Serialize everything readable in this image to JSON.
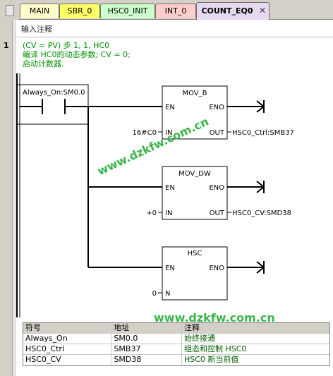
{
  "tabs": [
    {
      "label": "MAIN",
      "color": "#ffffcc"
    },
    {
      "label": "SBR_0",
      "color": "#ffff66"
    },
    {
      "label": "HSC0_INIT",
      "color": "#ccffcc"
    },
    {
      "label": "INT_0",
      "color": "#ffcccc"
    },
    {
      "label": "COUNT_EQ0",
      "color": "#e6d9f2"
    }
  ],
  "program_comment": "输入注释",
  "network": {
    "number": "1",
    "comment_lines": [
      "(CV = PV) 步 1, 1, HC0",
      "编译 HC0的动态参数; CV = 0;",
      "启动计数器."
    ]
  },
  "contact": {
    "label": "Always_On:SM0.0"
  },
  "boxes": [
    {
      "title": "MOV_B",
      "en": "EN",
      "eno": "ENO",
      "in_label": "IN",
      "out_label": "OUT",
      "in_value": "16#C0",
      "out_value": "HSC0_Ctrl:SMB37"
    },
    {
      "title": "MOV_DW",
      "en": "EN",
      "eno": "ENO",
      "in_label": "IN",
      "out_label": "OUT",
      "in_value": "+0",
      "out_value": "HSC0_CV:SMD38"
    },
    {
      "title": "HSC",
      "en": "EN",
      "eno": "ENO",
      "in_label": "N",
      "in_value": "0"
    }
  ],
  "symbol_table": {
    "headers": [
      "符号",
      "地址",
      "注释"
    ],
    "rows": [
      [
        "Always_On",
        "SM0.0",
        "始终接通"
      ],
      [
        "HSC0_Ctrl",
        "SMB37",
        "组态和控制 HSC0"
      ],
      [
        "HSC0_CV",
        "SMD38",
        "HSC0 新当前值"
      ]
    ]
  },
  "watermark": "www.dzkfw.com.cn",
  "colors": {
    "comment_green": "#009000",
    "ladder_line": "#000000",
    "watermark": "#39b54a"
  }
}
